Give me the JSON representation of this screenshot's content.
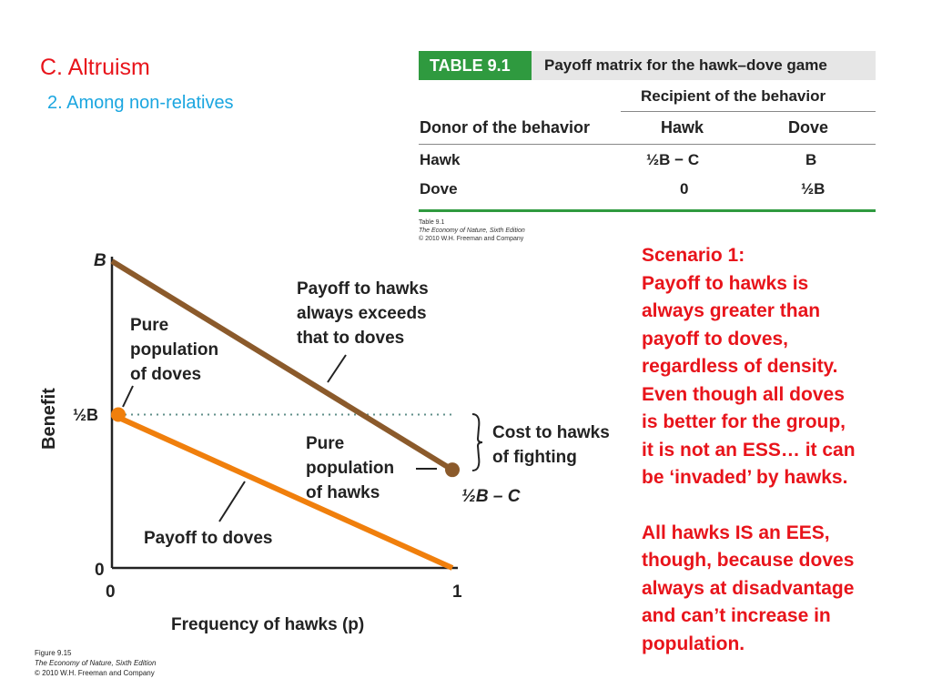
{
  "slide": {
    "title": "C. Altruism",
    "subtitle": "2. Among non-relatives"
  },
  "table": {
    "badge": "TABLE 9.1",
    "caption": "Payoff matrix for the hawk–dove game",
    "group_header": "Recipient of the behavior",
    "row_header": "Donor of the behavior",
    "columns": [
      "Hawk",
      "Dove"
    ],
    "rows": [
      {
        "label": "Hawk",
        "cells": [
          "½B − C",
          "B"
        ]
      },
      {
        "label": "Dove",
        "cells": [
          "0",
          "½B"
        ]
      }
    ],
    "note": [
      "Table 9.1",
      "The Economy of Nature, Sixth Edition",
      "© 2010 W.H. Freeman and Company"
    ]
  },
  "chart_data": {
    "type": "line",
    "xlabel": "Frequency of hawks (p)",
    "ylabel": "Benefit",
    "xlim": [
      0,
      1
    ],
    "ylim": [
      0,
      1
    ],
    "x_ticks": [
      "0",
      "1"
    ],
    "y_ticks": [
      "0",
      "½B",
      "B"
    ],
    "series": [
      {
        "name": "Payoff to hawks always exceeds that to doves",
        "x": [
          0,
          1
        ],
        "y": [
          1.0,
          0.32
        ],
        "color": "#8b5a2b"
      },
      {
        "name": "Payoff to doves",
        "x": [
          0,
          1
        ],
        "y": [
          0.5,
          0.0
        ],
        "color": "#f07f0c"
      }
    ],
    "reference_line": {
      "y": 0.5,
      "style": "dotted",
      "color": "#5f8f8a"
    },
    "points": [
      {
        "x": 0,
        "y": 0.5,
        "color": "#f07f0c"
      },
      {
        "x": 1,
        "y": 0.32,
        "color": "#8b5a2b"
      }
    ],
    "annotations": {
      "hawks_label": [
        "Payoff to hawks",
        "always exceeds",
        "that to doves"
      ],
      "pure_doves": [
        "Pure",
        "population",
        "of doves"
      ],
      "pure_hawks": [
        "Pure",
        "population",
        "of hawks"
      ],
      "cost": [
        "Cost to hawks",
        "of fighting"
      ],
      "doves_label": "Payoff to doves",
      "end_value": "½B – C"
    },
    "note": [
      "Figure 9.15",
      "The Economy of Nature, Sixth Edition",
      "© 2010 W.H. Freeman and Company"
    ]
  },
  "commentary": {
    "paragraph1": [
      "Scenario 1:",
      "Payoff to hawks is",
      "always greater than",
      "payoff to doves,",
      "regardless of density.",
      "Even though all doves",
      "is better for the group,",
      "it is not an ESS… it can",
      "be ‘invaded’ by hawks."
    ],
    "paragraph2": [
      "All hawks IS an EES,",
      "though, because doves",
      "always at disadvantage",
      "and can’t increase in",
      "population."
    ]
  }
}
